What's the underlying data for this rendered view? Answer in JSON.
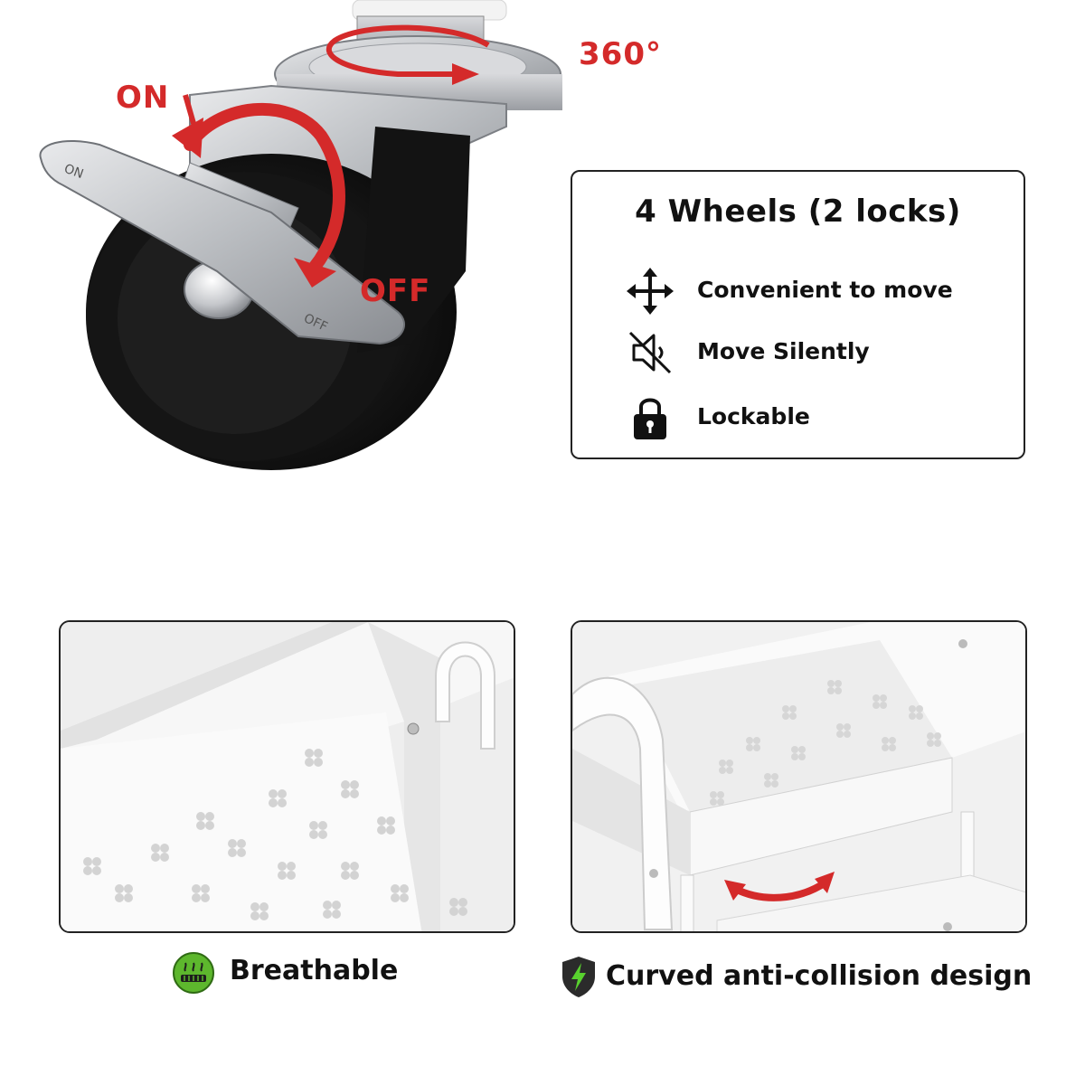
{
  "caster": {
    "rotation_label": "360°",
    "on_label": "ON",
    "off_label": "OFF"
  },
  "features": {
    "title": "4 Wheels (2 locks)",
    "items": [
      {
        "icon": "move-arrows-icon",
        "label": "Convenient to move"
      },
      {
        "icon": "speaker-muted-icon",
        "label": "Move Silently"
      },
      {
        "icon": "lock-icon",
        "label": "Lockable"
      }
    ]
  },
  "captions": {
    "left": {
      "icon": "breathable-icon",
      "label": "Breathable"
    },
    "right": {
      "icon": "shield-bolt-icon",
      "label": "Curved anti-collision design"
    }
  },
  "colors": {
    "accent_red": "#d42a2a",
    "breathable_green": "#5db72d",
    "shield_dark": "#2b2b2b",
    "bolt_green": "#58d12e"
  }
}
